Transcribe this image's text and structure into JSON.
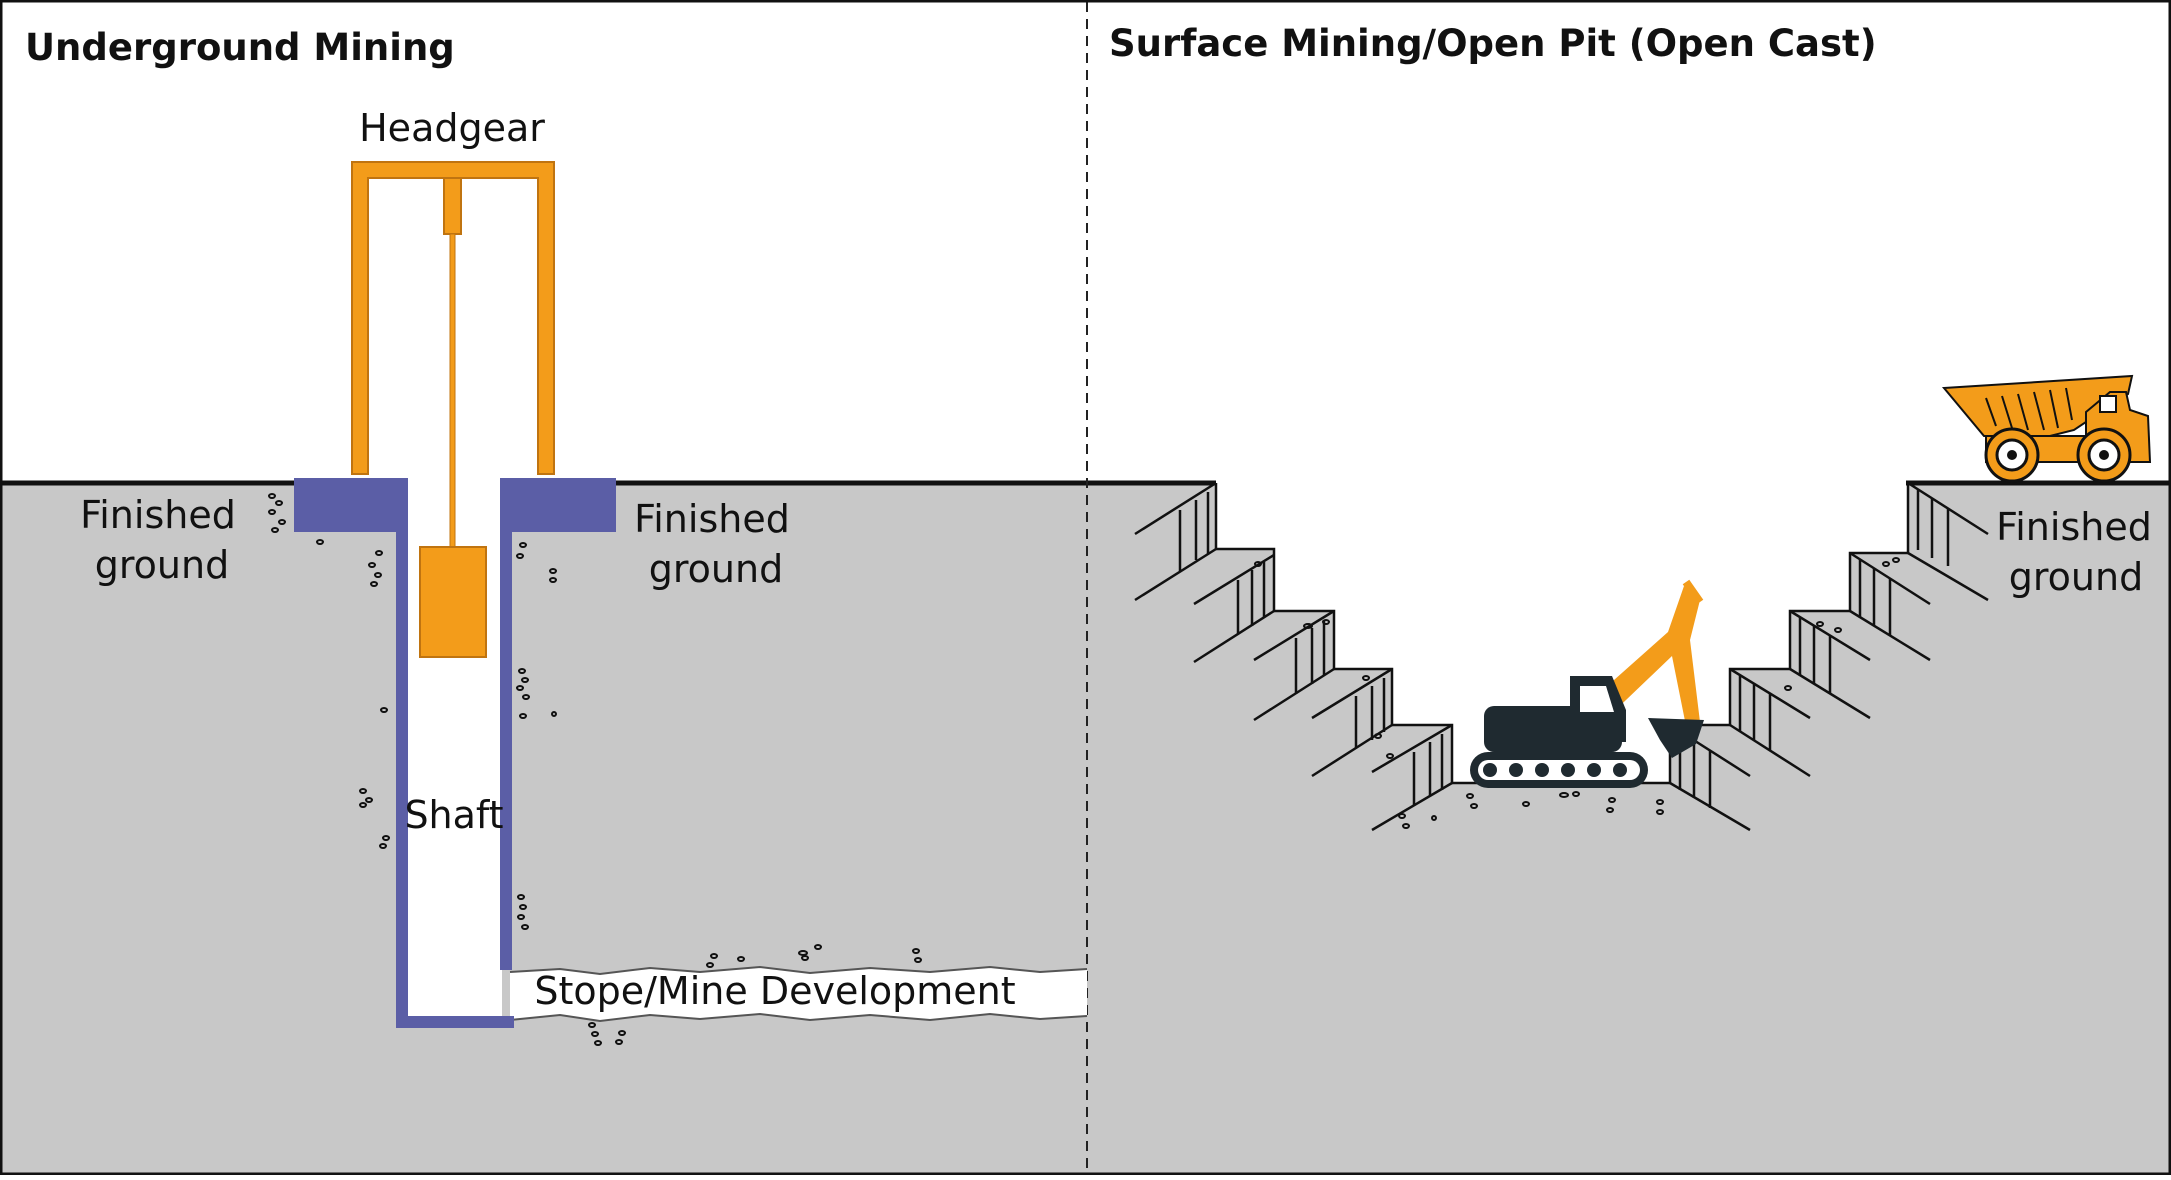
{
  "underground": {
    "title": "Underground Mining",
    "headgear_label": "Headgear",
    "finished_ground_left": [
      "Finished",
      "ground"
    ],
    "finished_ground_right": [
      "Finished",
      "ground"
    ],
    "shaft_label": "Shaft",
    "stope_label": "Stope/Mine Development"
  },
  "surface": {
    "title": "Surface Mining/Open Pit (Open Cast)",
    "finished_ground": [
      "Finished",
      "ground"
    ]
  },
  "colors": {
    "ground": "#c8c8c8",
    "headgear": "#f39c1a",
    "shaft_lining": "#5b5ea6",
    "excavator_body": "#1f2a30",
    "outline": "#111111"
  },
  "icons": [
    "headgear-frame",
    "cage-icon",
    "excavator-icon",
    "dump-truck-icon"
  ]
}
